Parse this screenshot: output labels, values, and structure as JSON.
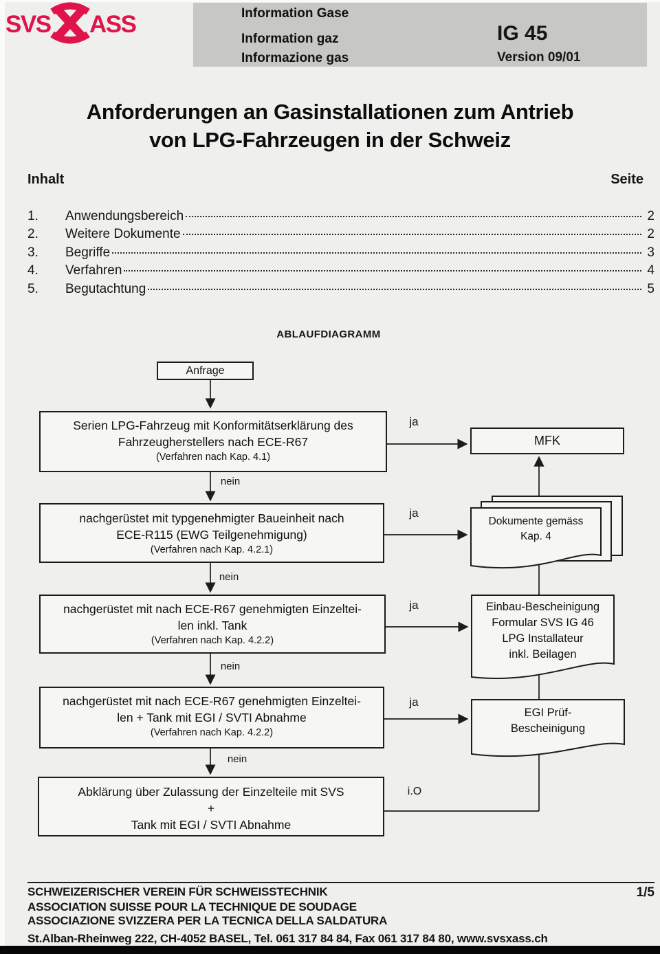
{
  "colors": {
    "accent_pink": "#e0134b",
    "header_gray": "#c7c7c5",
    "page_bg": "#efefed",
    "line": "#1c1c1c"
  },
  "header": {
    "logo_left": "SVS",
    "logo_right": "ASS",
    "info_de": "Information Gase",
    "info_fr": "Information gaz",
    "info_it": "Informazione gas",
    "doc_id": "IG 45",
    "version": "Version 09/01"
  },
  "title": {
    "line1": "Anforderungen an Gasinstallationen zum Antrieb",
    "line2": "von LPG-Fahrzeugen in der Schweiz"
  },
  "toc": {
    "heading_left": "Inhalt",
    "heading_right": "Seite",
    "items": [
      {
        "num": "1.",
        "label": "Anwendungsbereich",
        "page": "2"
      },
      {
        "num": "2.",
        "label": "Weitere Dokumente",
        "page": "2"
      },
      {
        "num": "3.",
        "label": "Begriffe",
        "page": "3"
      },
      {
        "num": "4.",
        "label": "Verfahren",
        "page": "4"
      },
      {
        "num": "5.",
        "label": "Begutachtung",
        "page": "5"
      }
    ]
  },
  "flowchart": {
    "heading": "ABLAUFDIAGRAMM",
    "start_label": "Anfrage",
    "decision_labels": {
      "yes": "ja",
      "no": "nein",
      "ok": "i.O"
    },
    "boxes": {
      "box1": {
        "lines": [
          "Serien LPG-Fahrzeug mit Konformitätserklärung des",
          "Fahrzeugherstellers nach ECE-R67"
        ],
        "note": "(Verfahren nach Kap. 4.1)"
      },
      "box2": {
        "lines": [
          "nachgerüstet mit typgenehmigter Baueinheit nach",
          "ECE-R115 (EWG Teilgenehmigung)"
        ],
        "note": "(Verfahren nach Kap. 4.2.1)"
      },
      "box3": {
        "lines": [
          "nachgerüstet mit nach ECE-R67 genehmigten Einzeltei-",
          "len inkl. Tank"
        ],
        "note": "(Verfahren nach Kap. 4.2.2)"
      },
      "box4": {
        "lines": [
          "nachgerüstet mit nach ECE-R67 genehmigten Einzeltei-",
          "len + Tank mit EGI / SVTI Abnahme"
        ],
        "note": "(Verfahren nach Kap. 4.2.2)"
      },
      "box5": {
        "lines": [
          "Abklärung über Zulassung der Einzelteile mit SVS",
          "+",
          "Tank mit EGI / SVTI Abnahme"
        ]
      }
    },
    "outputs": {
      "mfk": "MFK",
      "doc_stack": {
        "lines": [
          "Dokumente gemäss",
          "Kap. 4"
        ]
      },
      "einbau": {
        "lines": [
          "Einbau-Bescheinigung",
          "Formular SVS IG 46",
          "LPG Installateur",
          "inkl. Beilagen"
        ]
      },
      "egi": {
        "lines": [
          "EGI Prüf-",
          "Bescheinigung"
        ]
      }
    }
  },
  "footer": {
    "org_de": "SCHWEIZERISCHER VEREIN FÜR SCHWEISSTECHNIK",
    "org_fr": "ASSOCIATION SUISSE POUR LA TECHNIQUE DE SOUDAGE",
    "org_it": "ASSOCIAZIONE SVIZZERA PER LA TECNICA DELLA SALDATURA",
    "address": "St.Alban-Rheinweg 222, CH-4052 BASEL, Tel. 061 317 84 84, Fax 061 317 84 80, www.svsxass.ch",
    "page_indicator": "1/5"
  }
}
